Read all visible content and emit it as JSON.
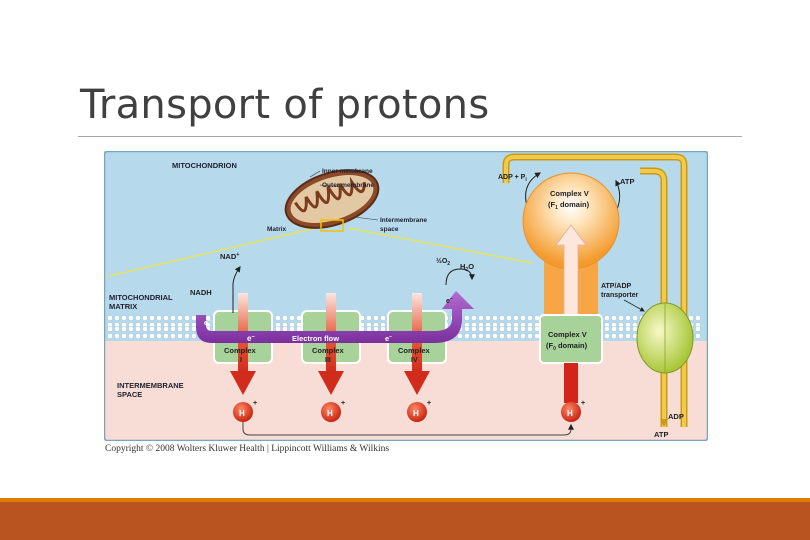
{
  "slide": {
    "title": "Transport of protons",
    "copyright": "Copyright © 2008 Wolters Kluwer Health | Lippincott Williams & Wilkins"
  },
  "diagram": {
    "mitochondrion": "MITOCHONDRION",
    "inner_membrane": "Inner membrane",
    "outer_membrane": "Outer membrane",
    "matrix_small": "Matrix",
    "intermembrane": "Intermembrane",
    "space": "space",
    "matrix_l1": "MITOCHONDRIAL",
    "matrix_l2": "MATRIX",
    "ims_l1": "INTERMEMBRANE",
    "ims_l2": "SPACE",
    "nadh": "NADH",
    "nad": "NAD",
    "nad_sup": "+",
    "half_o2": "½O",
    "sub_2": "2",
    "h2o_h": "H",
    "h2o_o": "O",
    "electron": "e",
    "electron_sup": "–",
    "electron_flow": "Electron flow",
    "complex": "Complex",
    "complex_1": "I",
    "complex_3": "III",
    "complex_4": "IV",
    "proton": "H",
    "proton_sup": "+",
    "adp_pi": "ADP + P",
    "pi_sub": "i",
    "atp": "ATP",
    "adp": "ADP",
    "f1_l1": "Complex V",
    "f1_l2": "(F",
    "f1_sub": "1",
    "f1_l3": " domain)",
    "f0_l1": "Complex V",
    "f0_l2": "(F",
    "f0_sub": "0",
    "f0_l3": " domain)",
    "transporter_l1": "ATP/ADP",
    "transporter_l2": "transporter"
  }
}
